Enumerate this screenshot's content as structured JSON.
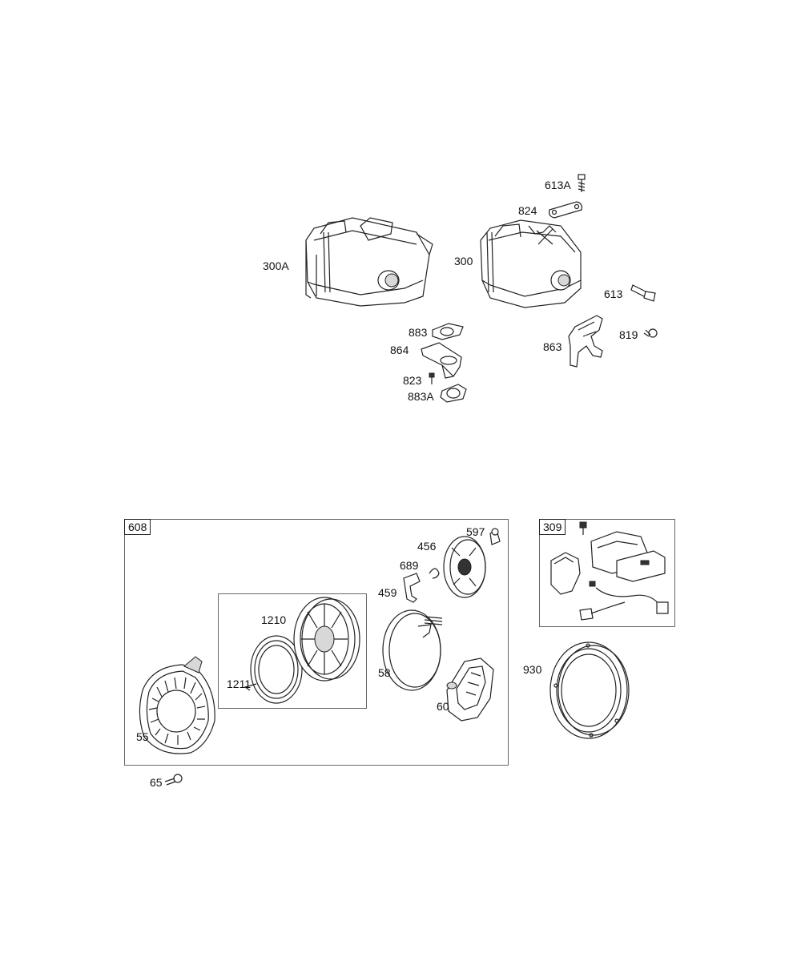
{
  "callouts": {
    "c_613A": "613A",
    "c_824": "824",
    "c_300A": "300A",
    "c_300": "300",
    "c_613": "613",
    "c_883": "883",
    "c_864": "864",
    "c_863": "863",
    "c_819": "819",
    "c_823": "823",
    "c_883A": "883A",
    "c_597": "597",
    "c_456": "456",
    "c_689": "689",
    "c_459": "459",
    "c_1210": "1210",
    "c_1211": "1211",
    "c_58": "58",
    "c_60": "60",
    "c_55": "55",
    "c_65": "65",
    "c_930": "930"
  },
  "assemblies": {
    "a_608": "608",
    "a_309": "309"
  },
  "colors": {
    "line": "#222222",
    "frame": "#666666",
    "shade": "#d8d8d8"
  }
}
